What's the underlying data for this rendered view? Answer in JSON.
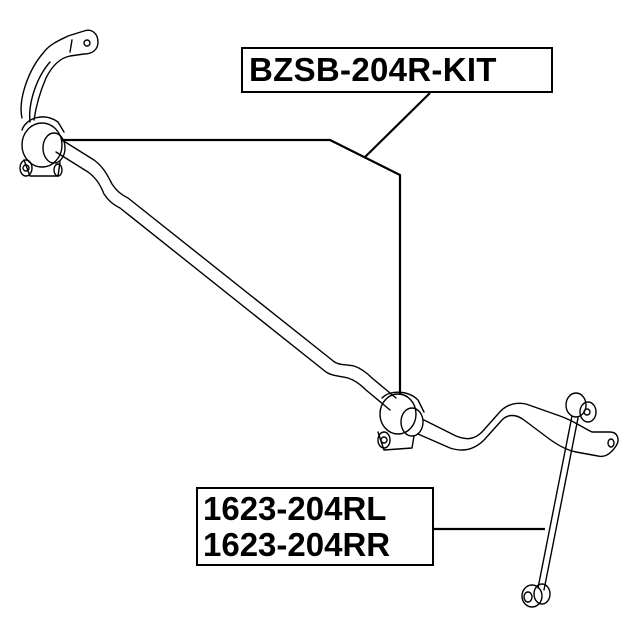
{
  "diagram": {
    "type": "parts-diagram",
    "subject": "rear stabilizer bar with bushings and links",
    "colors": {
      "line": "#000000",
      "background": "#ffffff"
    },
    "labels": {
      "bushing_kit": "BZSB-204R-KIT",
      "link_left": "1623-204RL",
      "link_right": "1623-204RR"
    }
  }
}
